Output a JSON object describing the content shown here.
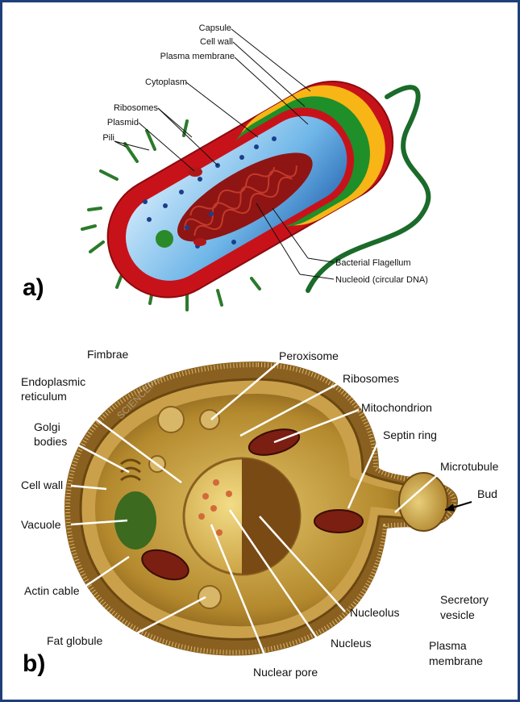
{
  "panel_a": {
    "letter": "a)",
    "labels": {
      "capsule": "Capsule",
      "cell_wall": "Cell wall",
      "plasma_membrane": "Plasma membrane",
      "cytoplasm": "Cytoplasm",
      "ribosomes": "Ribosomes",
      "plasmid": "Plasmid",
      "pili": "Pili",
      "flagellum": "Bacterial Flagellum",
      "nucleoid": "Nucleoid (circular DNA)"
    }
  },
  "panel_b": {
    "letter": "b)",
    "watermark": "SCIENCEPHOTOLIBRARY",
    "labels": {
      "fimbrae": "Fimbrae",
      "er_line1": "Endoplasmic",
      "er_line2": "reticulum",
      "golgi_line1": "Golgi",
      "golgi_line2": "bodies",
      "cell_wall": "Cell wall",
      "vacuole": "Vacuole",
      "actin": "Actin cable",
      "fat": "Fat globule",
      "nuclear_pore": "Nuclear pore",
      "nucleus": "Nucleus",
      "nucleolus": "Nucleolus",
      "peroxisome": "Peroxisome",
      "ribosomes": "Ribosomes",
      "mitochondrion": "Mitochondrion",
      "septin": "Septin ring",
      "microtubule": "Microtubule",
      "bud": "Bud",
      "secretory_line1": "Secretory",
      "secretory_line2": "vesicle",
      "plasma_line1": "Plasma",
      "plasma_line2": "membrane"
    }
  },
  "colors": {
    "border": "#1f3f7a",
    "capsule": "#d4141c",
    "cell_wall": "#f7b516",
    "plasma_membrane": "#1f8f2a",
    "cytoplasm": "#6fb6e8",
    "nucleoid": "#8f1414",
    "yeast_wall": "#b8862a",
    "yeast_body": "#c99c3e"
  }
}
